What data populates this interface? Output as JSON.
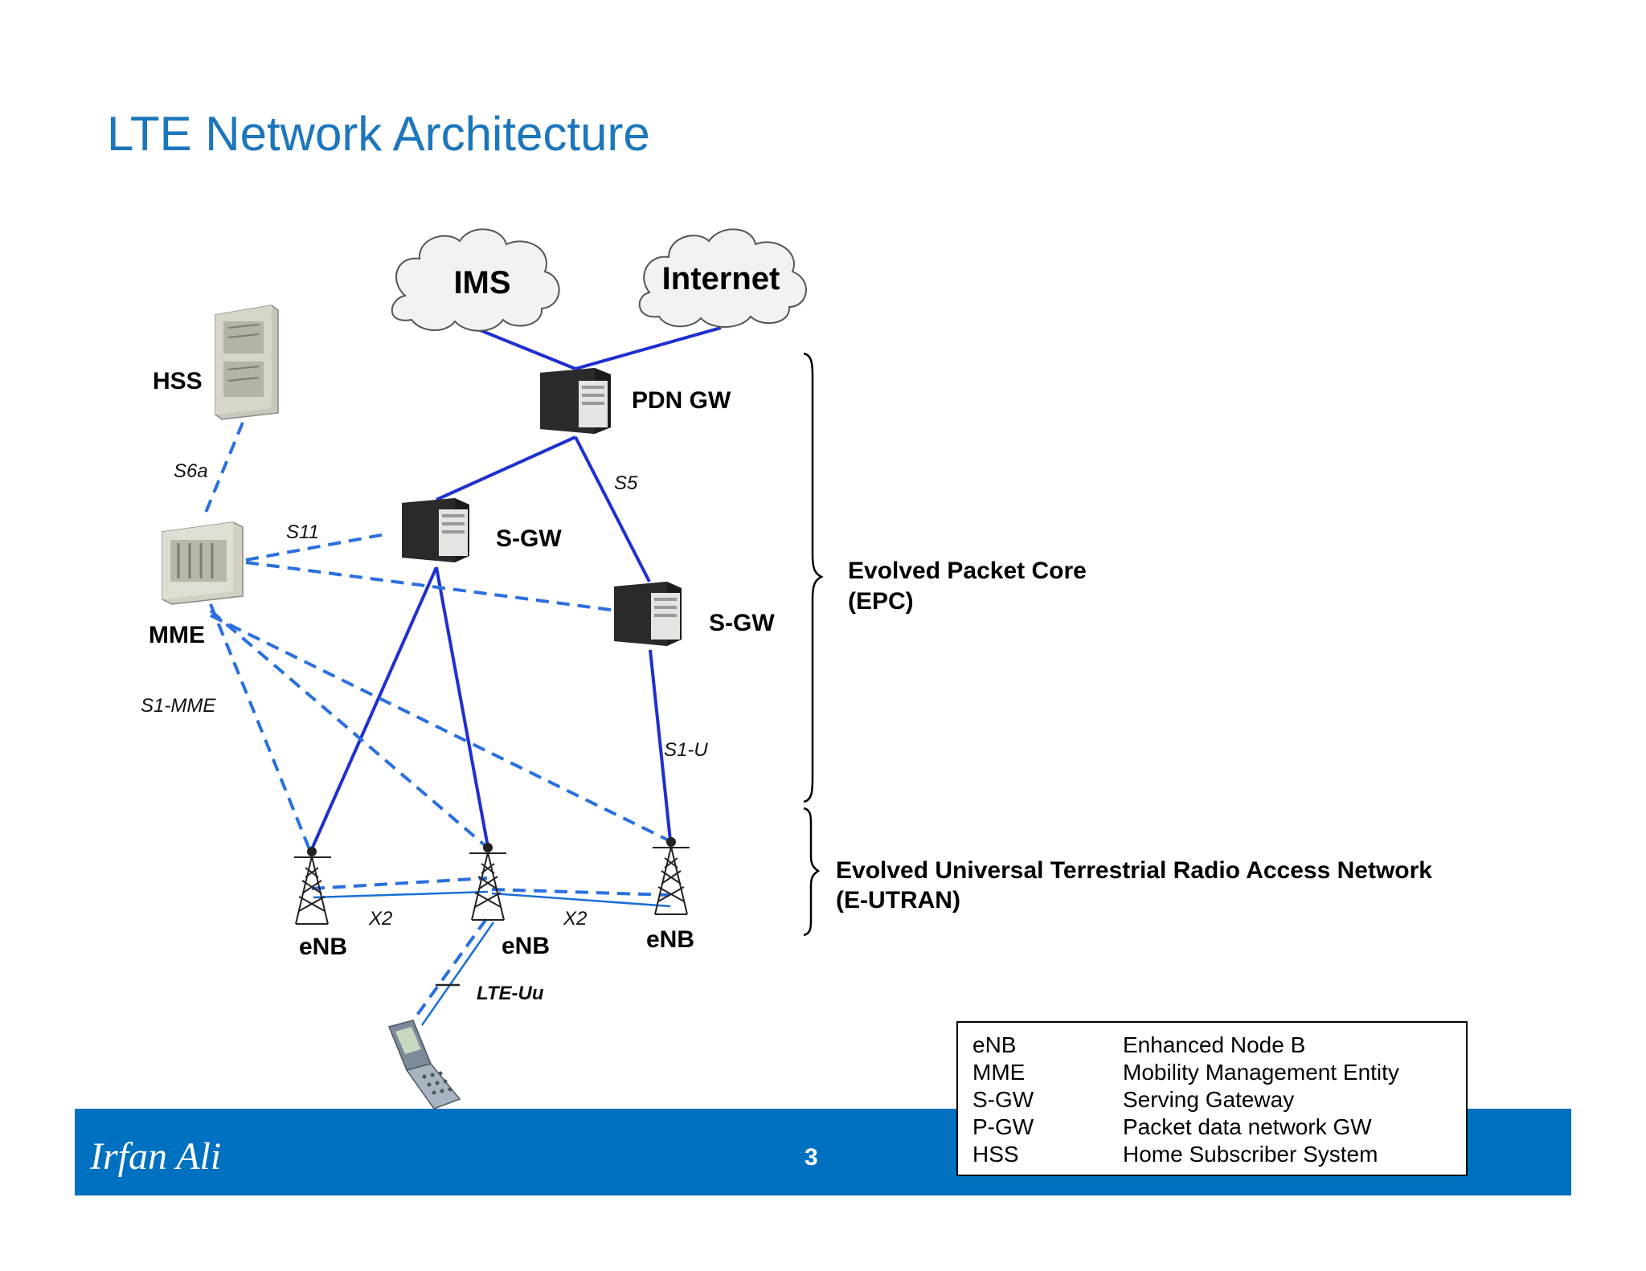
{
  "title": "LTE Network Architecture",
  "nodes": {
    "ims": "IMS",
    "internet": "Internet",
    "pdn_gw": "PDN GW",
    "hss": "HSS",
    "mme": "MME",
    "sgw1": "S-GW",
    "sgw2": "S-GW",
    "enb1": "eNB",
    "enb2": "eNB",
    "enb3": "eNB"
  },
  "interfaces": {
    "s6a": "S6a",
    "s11": "S11",
    "s5": "S5",
    "s1_mme": "S1-MME",
    "s1_u": "S1-U",
    "x2_left": "X2",
    "x2_right": "X2",
    "lte_uu": "LTE-Uu"
  },
  "groups": {
    "epc_line1": "Evolved Packet Core",
    "epc_line2": "(EPC)",
    "eutran_line1": "Evolved Universal Terrestrial Radio Access Network",
    "eutran_line2": "(E-UTRAN)"
  },
  "legend": [
    {
      "abbr": "eNB",
      "def": "Enhanced Node B"
    },
    {
      "abbr": "MME",
      "def": "Mobility Management Entity"
    },
    {
      "abbr": "S-GW",
      "def": "Serving Gateway"
    },
    {
      "abbr": "P-GW",
      "def": "Packet data network GW"
    },
    {
      "abbr": "HSS",
      "def": "Home Subscriber System"
    }
  ],
  "footer": {
    "author": "Irfan Ali",
    "page_number": "3"
  },
  "colors": {
    "title": "#1b76bc",
    "link_solid": "#1f2fd0",
    "link_dashed": "#2a6fe0",
    "footer_bg": "#0070c0"
  }
}
